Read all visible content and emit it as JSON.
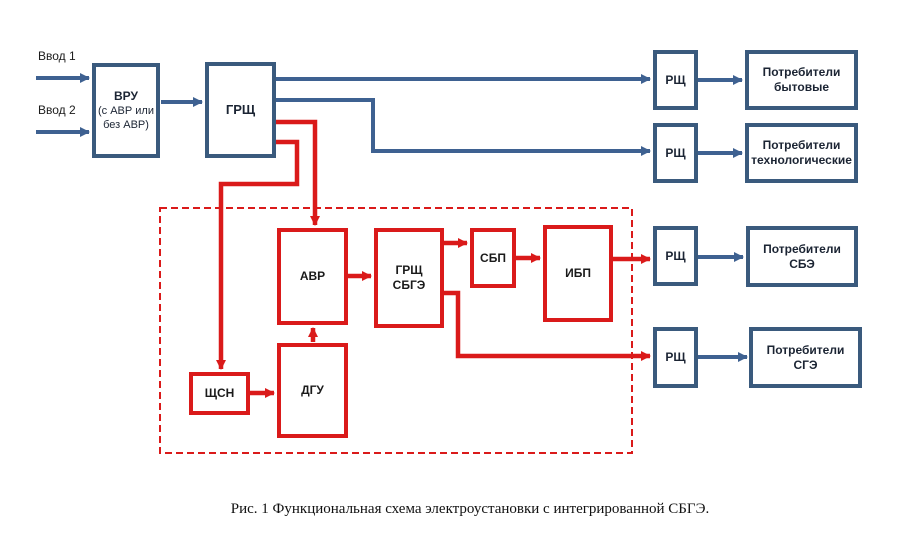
{
  "caption": "Рис. 1 Функциональная схема электроустановки с интегрированной СБГЭ.",
  "inputs": {
    "i1": "Ввод 1",
    "i2": "Ввод 2"
  },
  "nodes": {
    "vru": {
      "label": "ВРУ",
      "sub": "(с АВР или без АВР)"
    },
    "grshch": {
      "label": "ГРЩ"
    },
    "rshch1": {
      "label": "РЩ"
    },
    "rshch2": {
      "label": "РЩ"
    },
    "rshch3": {
      "label": "РЩ"
    },
    "rshch4": {
      "label": "РЩ"
    },
    "cons_byt": {
      "label": "Потребители бытовые"
    },
    "cons_tech": {
      "label": "Потребители технологические"
    },
    "cons_sbe": {
      "label": "Потребители СБЭ"
    },
    "cons_sge": {
      "label": "Потребители СГЭ"
    },
    "avr": {
      "label": "АВР"
    },
    "grshch_sbge": {
      "label": "ГРЩ СБГЭ"
    },
    "sbp": {
      "label": "СБП"
    },
    "ibp": {
      "label": "ИБП"
    },
    "shchsn": {
      "label": "ЩСН"
    },
    "dgu": {
      "label": "ДГУ"
    }
  },
  "colors": {
    "line_blue": "#3e6191",
    "border_blue": "#3a5a7d",
    "red": "#da1a1a"
  }
}
